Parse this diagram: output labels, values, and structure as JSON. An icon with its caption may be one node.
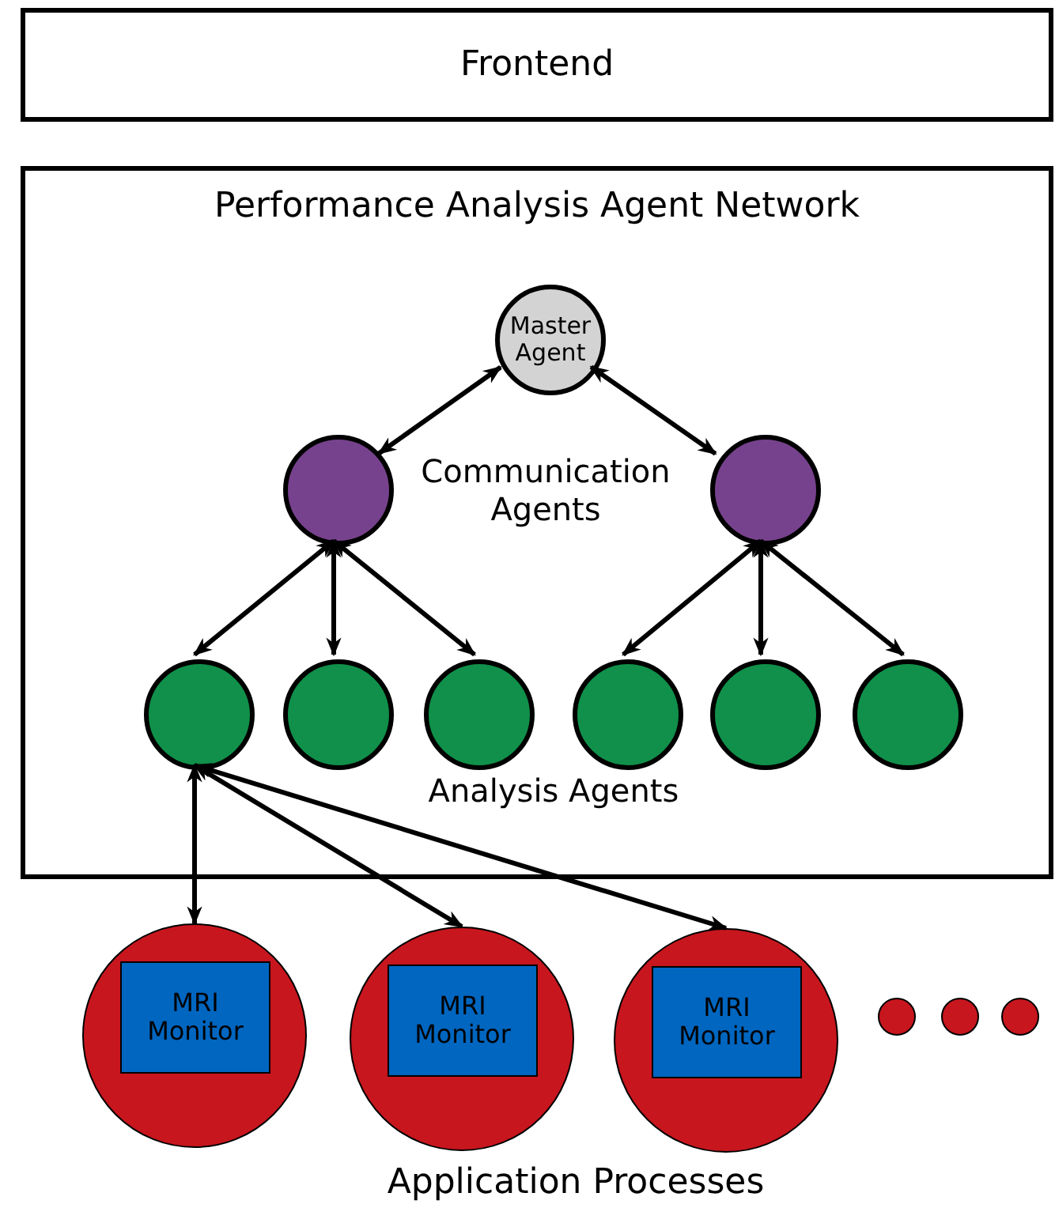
{
  "diagram": {
    "nodes": [
      {
        "text": [
          "Frontend"
        ]
      },
      {
        "text": [
          "Performance Analysis Agent Network"
        ]
      },
      {
        "text": [
          "Master Agent"
        ],
        "in": 1
      },
      {
        "text": [],
        "shape": "circle",
        "in": 1
      },
      {
        "text": [],
        "shape": "circle",
        "in": 1
      },
      {
        "text": [],
        "shape": "circle",
        "in": 1
      },
      {
        "text": [],
        "shape": "circle",
        "in": 1
      },
      {
        "text": [],
        "shape": "circle",
        "in": 1
      },
      {
        "text": [],
        "shape": "circle",
        "in": 1
      },
      {
        "text": [],
        "shape": "circle",
        "in": 1
      },
      {
        "text": [],
        "shape": "circle",
        "in": 1
      },
      {
        "text": [],
        "shape": "circle"
      },
      {
        "text": [
          "MRI Monitor"
        ],
        "in": 11
      },
      {
        "text": [],
        "shape": "circle"
      },
      {
        "text": [
          "MRI Monitor"
        ],
        "in": 13
      },
      {
        "text": [],
        "shape": "circle"
      },
      {
        "text": [
          "MRI Monitor"
        ],
        "in": 15
      },
      {
        "text": [],
        "shape": "circle"
      },
      {
        "text": [],
        "shape": "circle"
      },
      {
        "text": [],
        "shape": "circle"
      }
    ],
    "edges": [
      {
        "from": 2,
        "to": 3,
        "arrow": "both"
      },
      {
        "from": 2,
        "to": 4,
        "arrow": "both"
      },
      {
        "from": 3,
        "to": 5,
        "arrow": "both"
      },
      {
        "from": 3,
        "to": 6,
        "arrow": "both"
      },
      {
        "from": 3,
        "to": 7,
        "arrow": "both"
      },
      {
        "from": 4,
        "to": 8,
        "arrow": "both"
      },
      {
        "from": 4,
        "to": 9,
        "arrow": "both"
      },
      {
        "from": 4,
        "to": 10,
        "arrow": "both"
      },
      {
        "from": 5,
        "to": 11,
        "arrow": "both"
      },
      {
        "from": 5,
        "to": 13,
        "arrow": "both"
      },
      {
        "from": 5,
        "to": 15,
        "arrow": "both"
      }
    ],
    "labels": [
      "Communication Agents",
      "Analysis Agents",
      "Application Processes"
    ]
  }
}
